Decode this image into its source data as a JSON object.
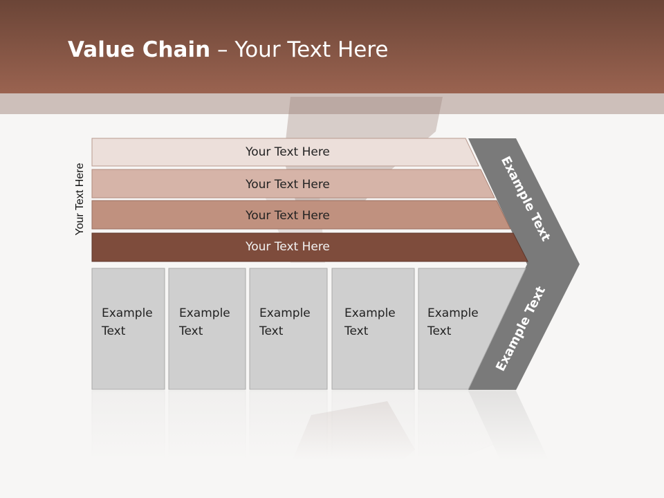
{
  "slide": {
    "title_bold": "Value Chain",
    "title_rest": " – Your Text Here",
    "side_label": "Your Text Here"
  },
  "bars": [
    {
      "label": "Your Text Here",
      "color": "#ecdfda"
    },
    {
      "label": "Your Text Here",
      "color": "#d6b4a8"
    },
    {
      "label": "Your Text Here",
      "color": "#c0917f"
    },
    {
      "label": "Your Text Here",
      "color": "#7e4c3c"
    }
  ],
  "columns": [
    {
      "line1": "Example",
      "line2": "Text"
    },
    {
      "line1": "Example",
      "line2": "Text"
    },
    {
      "line1": "Example",
      "line2": "Text"
    },
    {
      "line1": "Example",
      "line2": "Text"
    },
    {
      "line1": "Example",
      "line2": "Text"
    }
  ],
  "chevron": {
    "upper_label": "Example Text",
    "lower_label": "Example Text",
    "color": "#7a7a7a"
  },
  "colors": {
    "header": "#8a5746",
    "column_fill": "#cfcfcf",
    "column_border": "#a8a8a8"
  }
}
